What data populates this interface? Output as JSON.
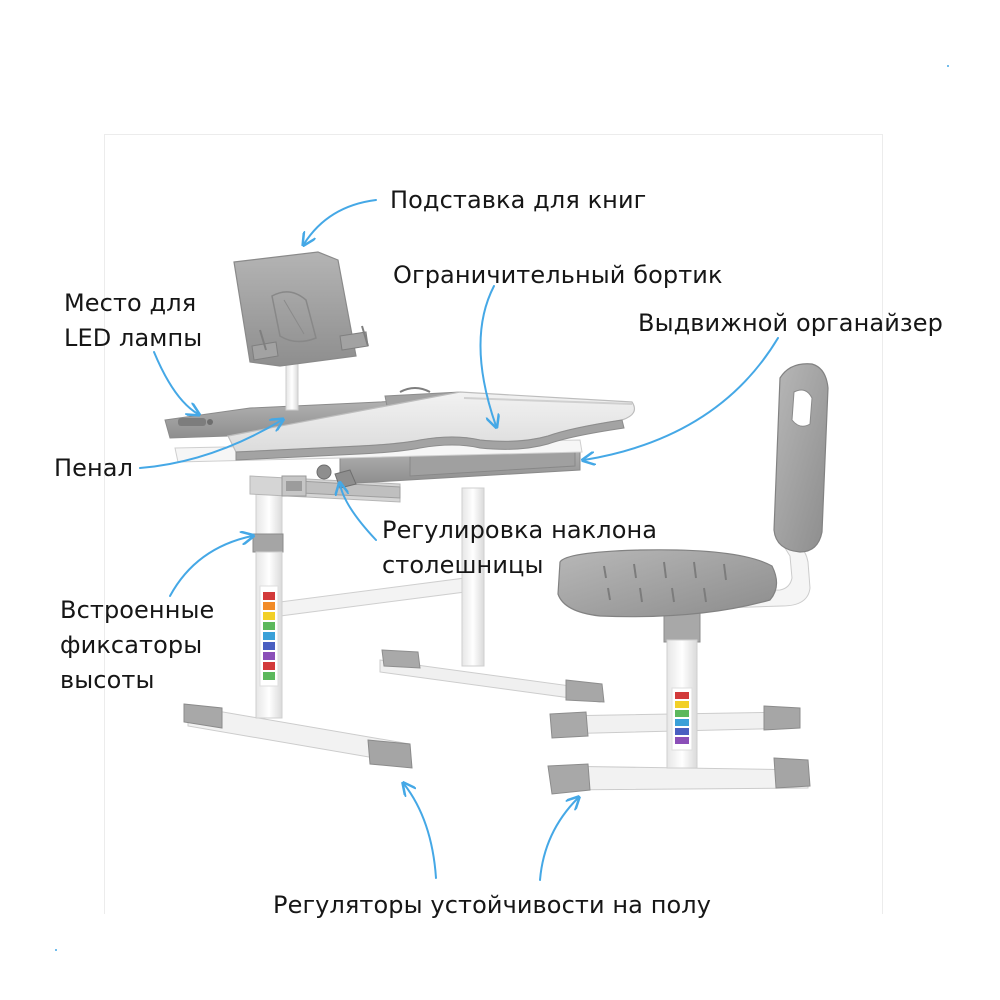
{
  "labels": {
    "book_stand": "Подставка для книг",
    "edge_stopper": "Ограничительный бортик",
    "led_lamp_spot": "Место для\nLED лампы",
    "organizer": "Выдвижной органайзер",
    "pencil_case": "Пенал",
    "tilt_adjust": "Регулировка наклона\nстолешницы",
    "height_locks": "Встроенные\nфиксаторы\nвысоты",
    "floor_levelers": "Регуляторы устойчивости на полу"
  },
  "colors": {
    "accent_arrow": "#45a8e6",
    "product_gray": "#9a9a9a",
    "frame_white": "#f4f4f4",
    "text": "#161616"
  },
  "icons": [
    "book-stand",
    "desk",
    "chair",
    "arrow"
  ]
}
